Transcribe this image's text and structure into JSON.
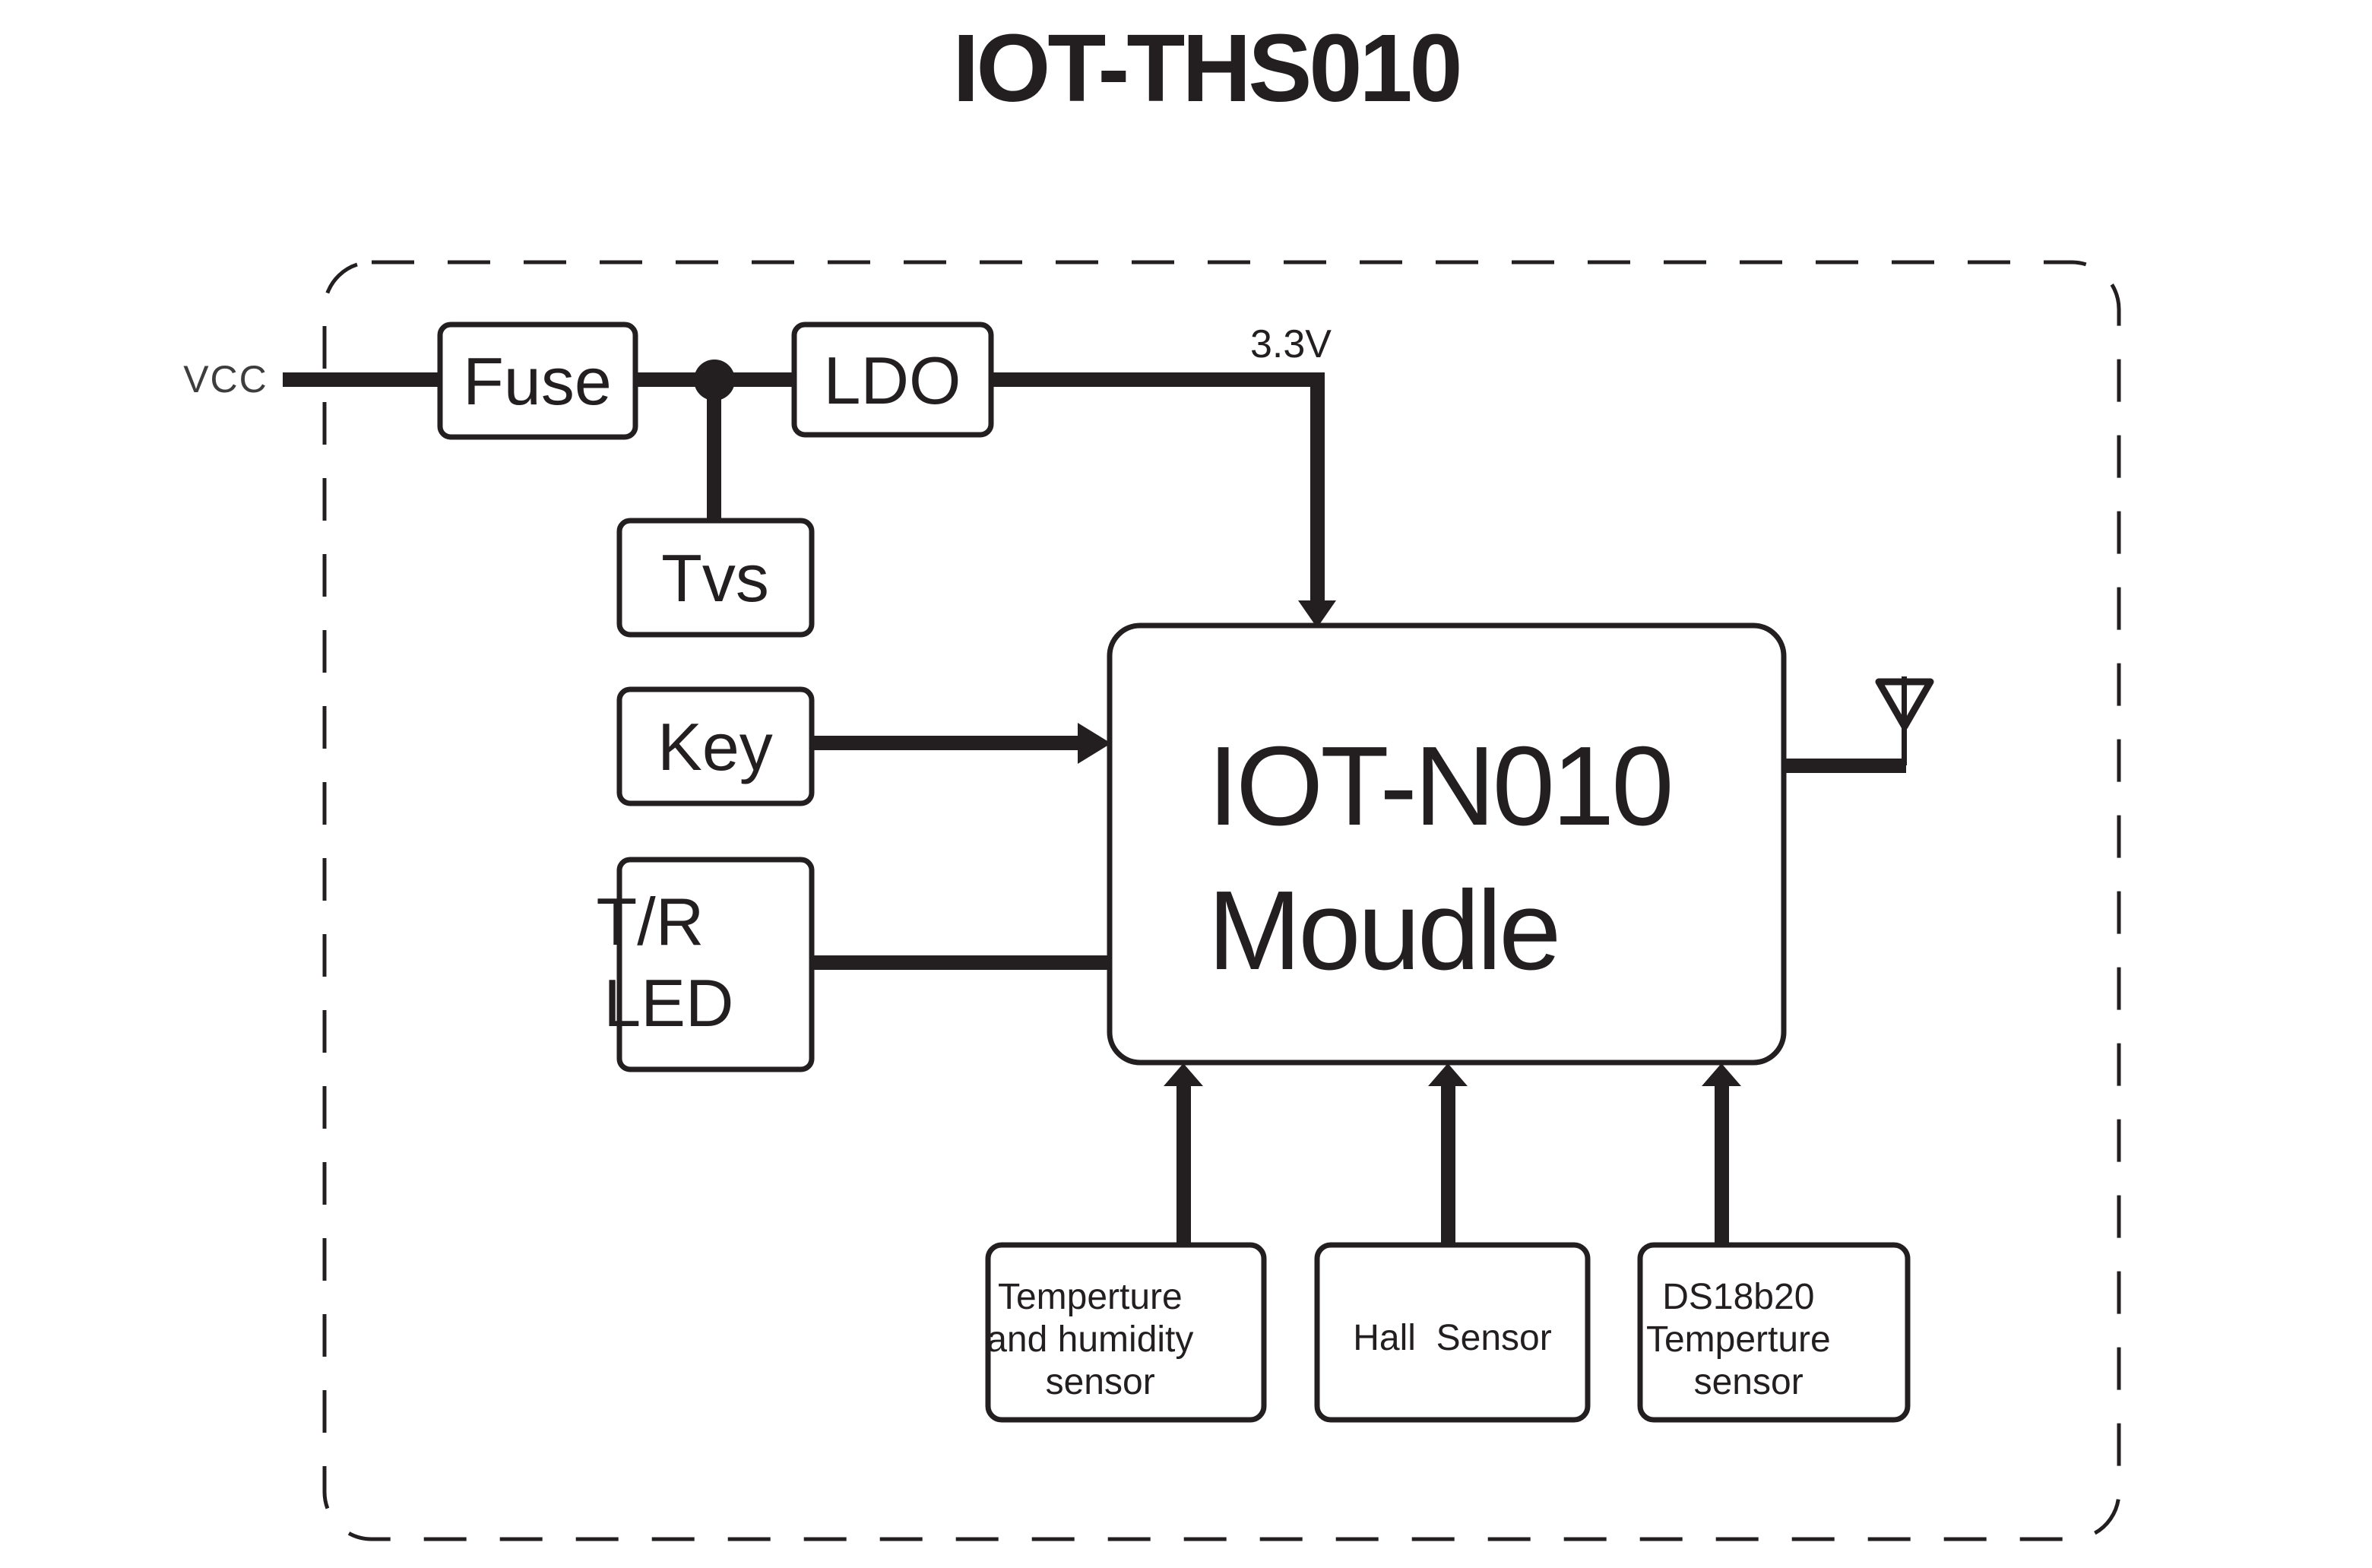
{
  "title": "IOT-THS010",
  "colors": {
    "ink": "#231f20",
    "background": "#ffffff"
  },
  "labels": {
    "vcc": "VCC",
    "rail_3v3": "3.3V"
  },
  "blocks": {
    "fuse": {
      "label": "Fuse"
    },
    "tvs": {
      "label": "Tvs"
    },
    "ldo": {
      "label": "LDO"
    },
    "key": {
      "label": "Key"
    },
    "tr_led": {
      "lines": [
        "T/R",
        "LED"
      ]
    },
    "module": {
      "lines": [
        "IOT-N010",
        "Moudle"
      ]
    },
    "temp_humidity": {
      "lines": [
        "Temperture",
        "and humidity",
        "sensor"
      ]
    },
    "hall": {
      "label": "Hall  Sensor"
    },
    "ds18b20": {
      "lines": [
        "DS18b20",
        "Temperture",
        "sensor"
      ]
    }
  },
  "icons": {
    "antenna": "antenna-icon",
    "junction": "junction-dot"
  }
}
